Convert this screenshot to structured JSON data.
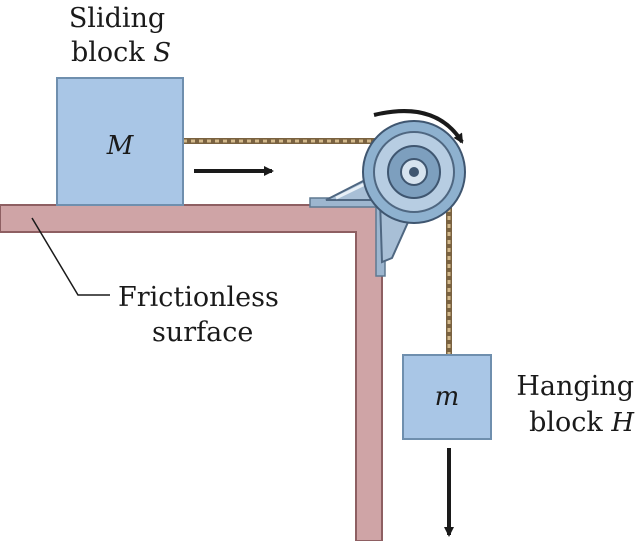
{
  "labels": {
    "sliding_line1": "Sliding",
    "sliding_line2_text": "block ",
    "sliding_line2_var": "S",
    "big_mass": "M",
    "small_mass": "m",
    "frictionless_line1": "Frictionless",
    "frictionless_line2": "surface",
    "hanging_line1": "Hanging",
    "hanging_line2_text": "block ",
    "hanging_line2_var": "H"
  },
  "colors": {
    "block_fill": "#a9c6e6",
    "block_edge": "#6f8fae",
    "table_fill": "#cfa4a6",
    "table_edge": "#8e5f62",
    "pulley_fill": "#8eb1cf",
    "bracket_fill": "#9db6cf",
    "rope": "#b89a6e",
    "arrow": "#1a1a1a"
  },
  "icons": {
    "motion_arrow": "arrow-right-icon",
    "rotation_arrow": "curved-clockwise-arrow-icon",
    "gravity_arrow": "arrow-down-icon"
  }
}
